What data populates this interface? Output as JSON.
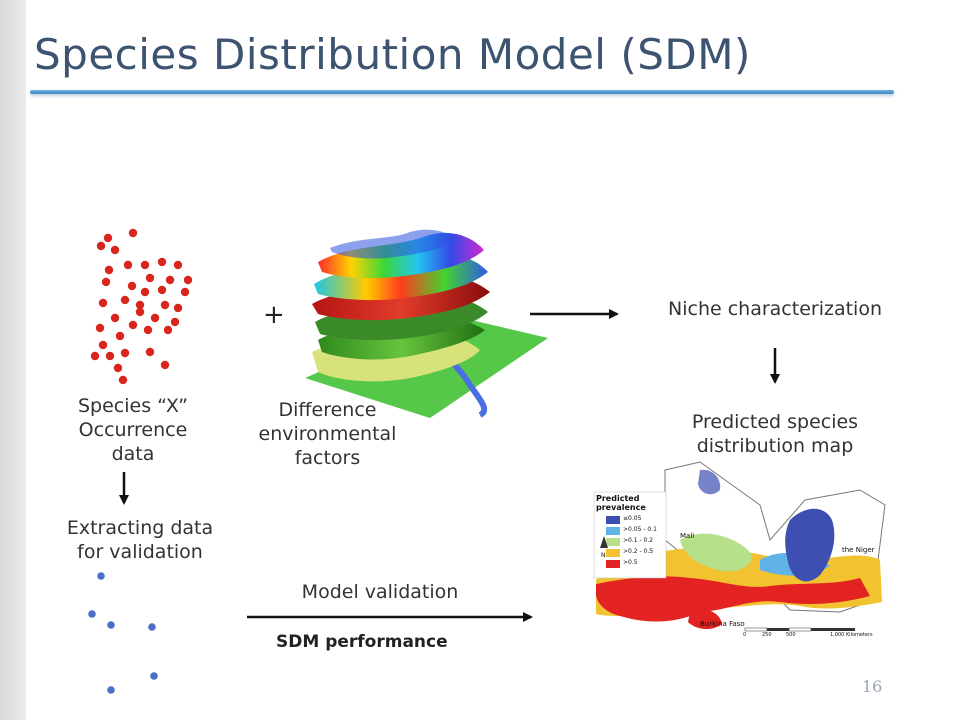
{
  "slide": {
    "title": "Species Distribution Model (SDM)",
    "page_number": "16"
  },
  "labels": {
    "occurrence": "Species “X”\nOccurrence\ndata",
    "environment": "Difference\nenvironmental\nfactors",
    "niche": "Niche characterization",
    "predicted": "Predicted species\ndistribution map",
    "extracting": "Extracting data\nfor validation",
    "validation": "Model validation",
    "performance": "SDM performance",
    "plus": "+"
  },
  "map_legend": {
    "title": "Predicted\nprevalence",
    "entries": [
      {
        "label": "≤0.05",
        "color": "#3d4fb0"
      },
      {
        "label": ">0.05 - 0.1",
        "color": "#5fb3e8"
      },
      {
        "label": ">0.1 - 0.2",
        "color": "#b6e08a"
      },
      {
        "label": ">0.2 - 0.5",
        "color": "#f2c230"
      },
      {
        "label": ">0.5",
        "color": "#e32222"
      }
    ],
    "country_labels": [
      "Mali",
      "the Niger",
      "Burkina Faso"
    ],
    "scale_labels": [
      "0",
      "250",
      "500",
      "1,000 Kilometers"
    ],
    "north_label": "N"
  },
  "colors": {
    "title": "#3c5470",
    "occurrence_dots": "#d9261c",
    "validation_dots": "#4a6fc4"
  }
}
